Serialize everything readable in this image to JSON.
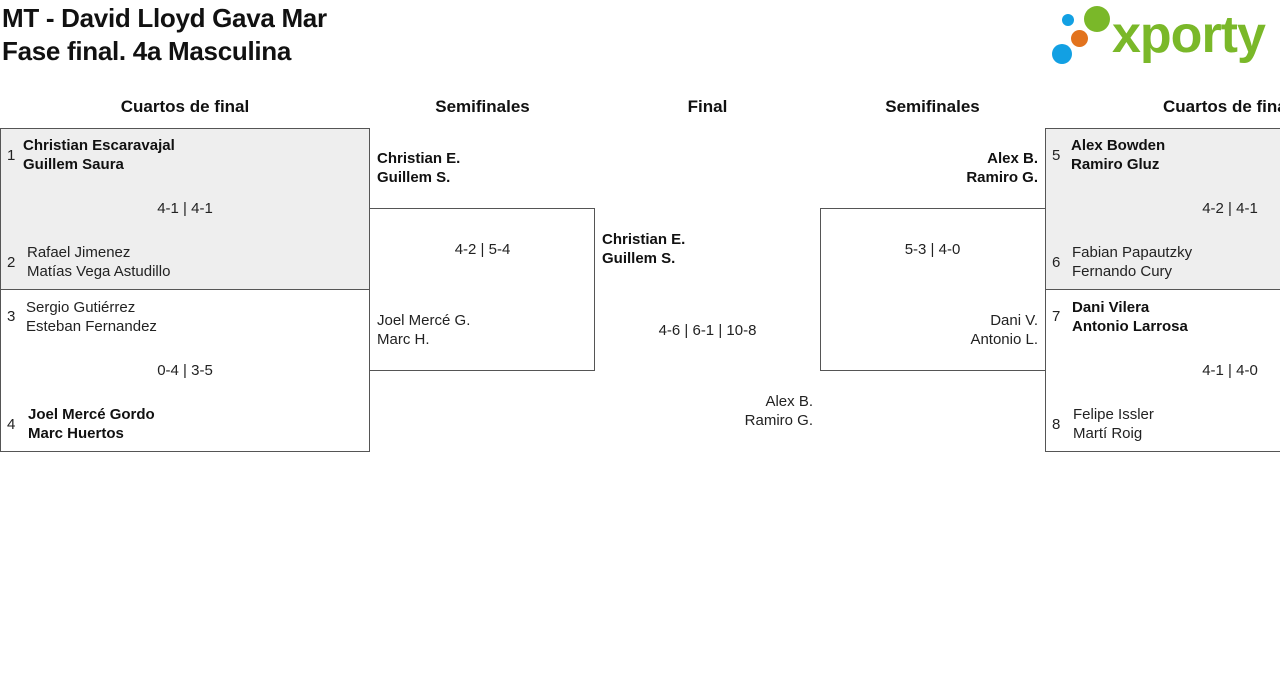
{
  "header": {
    "title": "MT - David Lloyd Gava Mar",
    "subtitle": "Fase final. 4a Masculina"
  },
  "logo": {
    "text": "xporty",
    "color": "#7ab829",
    "dots": [
      "#7ab829",
      "#12a0e3",
      "#e2731e",
      "#12a0e3"
    ]
  },
  "rounds": [
    "Cuartos de final",
    "Semifinales",
    "Final",
    "Semifinales",
    "Cuartos de final"
  ],
  "quarterfinals": [
    {
      "top": {
        "seed": "1",
        "p1": "Christian Escaravajal",
        "p2": "Guillem Saura"
      },
      "score": "4-1 | 4-1",
      "bottom": {
        "seed": "2",
        "p1": "Rafael Jimenez",
        "p2": "Matías Vega Astudillo"
      }
    },
    {
      "top": {
        "seed": "3",
        "p1": "Sergio Gutiérrez",
        "p2": "Esteban Fernandez"
      },
      "score": "0-4 | 3-5",
      "bottom": {
        "seed": "4",
        "p1": "Joel Mercé Gordo",
        "p2": "Marc Huertos"
      }
    },
    {
      "top": {
        "seed": "5",
        "p1": "Alex Bowden",
        "p2": "Ramiro Gluz"
      },
      "score": "4-2 | 4-1",
      "bottom": {
        "seed": "6",
        "p1": "Fabian Papautzky",
        "p2": "Fernando Cury"
      }
    },
    {
      "top": {
        "seed": "7",
        "p1": "Dani Vilera",
        "p2": "Antonio Larrosa"
      },
      "score": "4-1 | 4-0",
      "bottom": {
        "seed": "8",
        "p1": "Felipe Issler",
        "p2": "Martí Roig"
      }
    }
  ],
  "semifinals": [
    {
      "top": {
        "p1": "Christian E.",
        "p2": "Guillem S."
      },
      "score": "4-2 | 5-4",
      "bottom": {
        "p1": "Joel Mercé G.",
        "p2": "Marc H."
      }
    },
    {
      "top": {
        "p1": "Alex B.",
        "p2": "Ramiro G."
      },
      "score": "5-3 | 4-0",
      "bottom": {
        "p1": "Dani V.",
        "p2": "Antonio L."
      }
    }
  ],
  "final": {
    "top": {
      "p1": "Christian E.",
      "p2": "Guillem S."
    },
    "score": "4-6 | 6-1 | 10-8",
    "bottom": {
      "p1": "Alex B.",
      "p2": "Ramiro G."
    }
  }
}
